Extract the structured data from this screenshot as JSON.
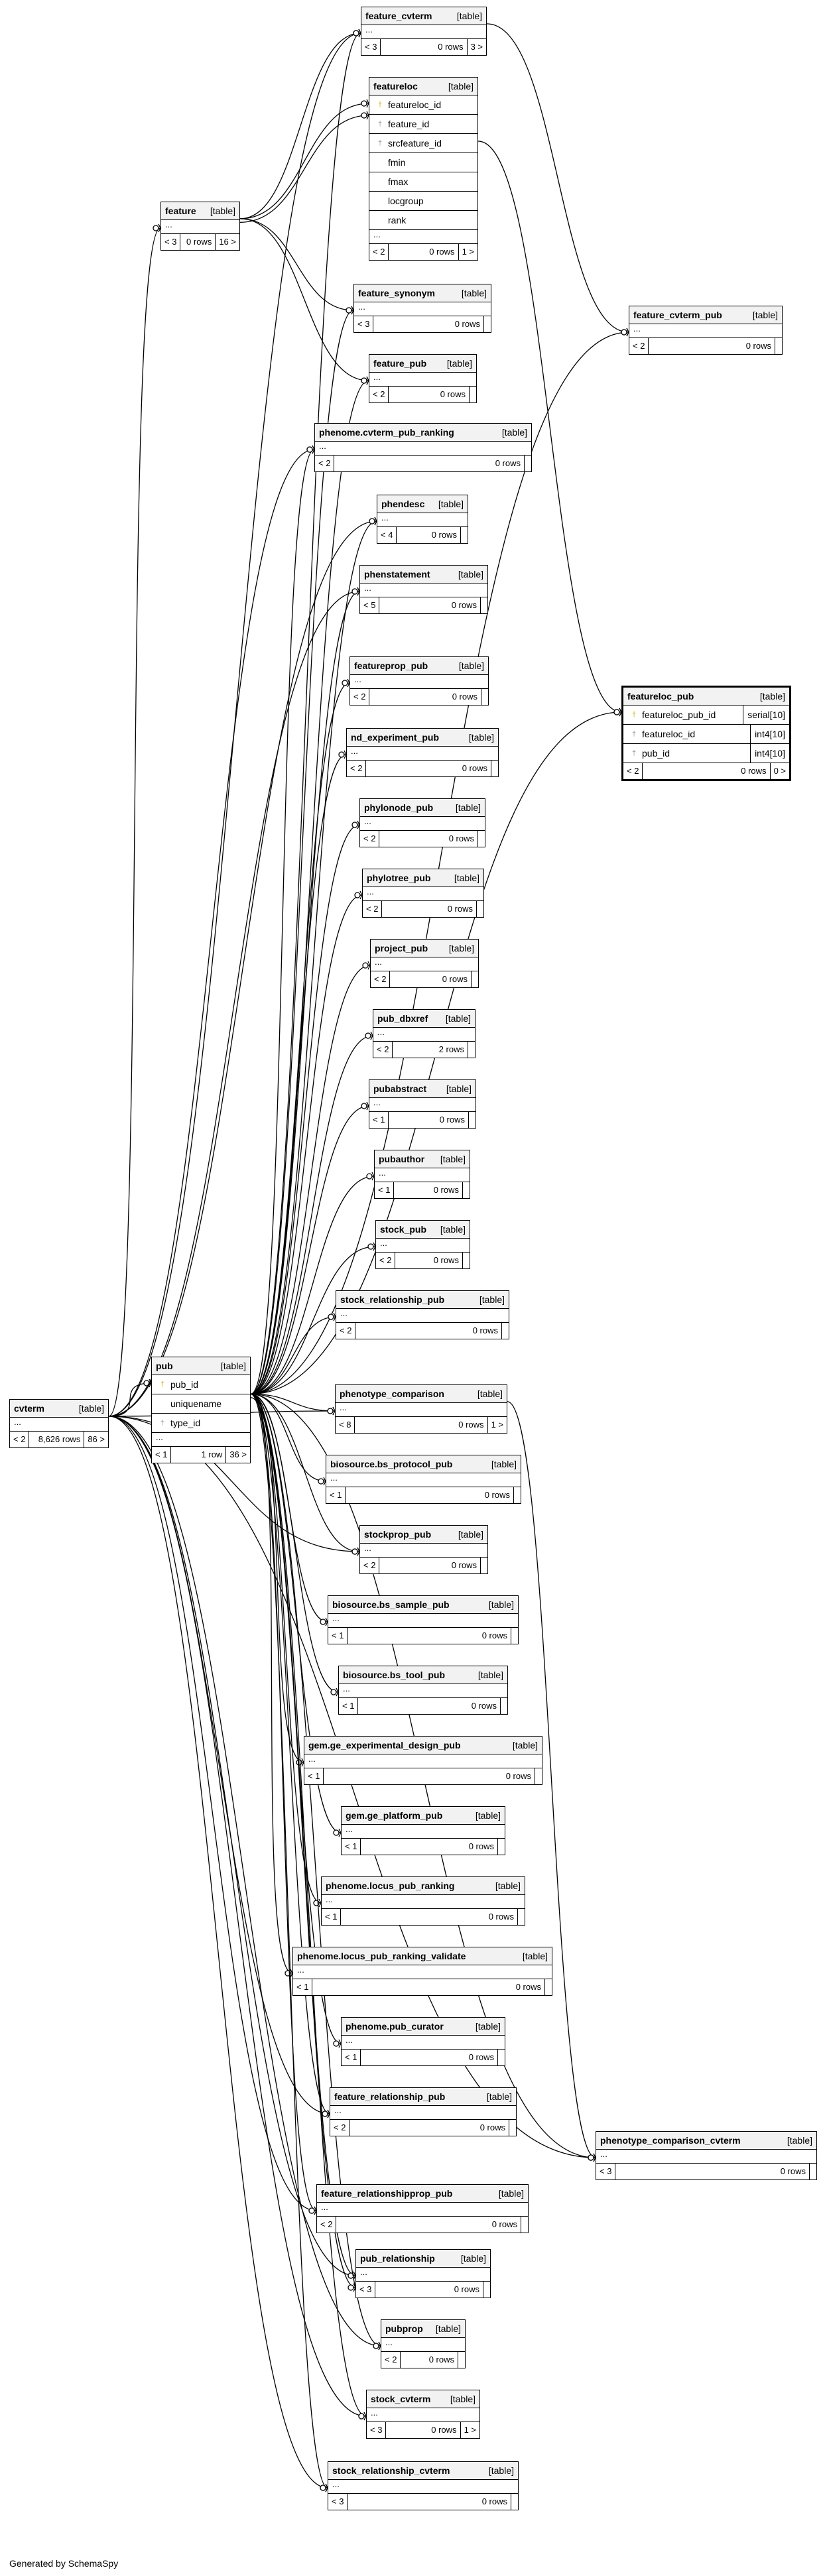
{
  "footer_text": "Generated by SchemaSpy",
  "tables": [
    {
      "id": "feature_cvterm",
      "name": "feature_cvterm",
      "type": "[table]",
      "columns": [],
      "dots": "...",
      "footer": [
        "< 3",
        "0 rows",
        "3 >"
      ]
    },
    {
      "id": "featureloc",
      "name": "featureloc",
      "type": "[table]",
      "columns": [
        {
          "key": "pk",
          "name": "featureloc_id"
        },
        {
          "key": "fk",
          "name": "feature_id"
        },
        {
          "key": "fk",
          "name": "srcfeature_id"
        },
        {
          "key": "",
          "name": "fmin"
        },
        {
          "key": "",
          "name": "fmax"
        },
        {
          "key": "",
          "name": "locgroup"
        },
        {
          "key": "",
          "name": "rank"
        }
      ],
      "dots": "...",
      "footer": [
        "< 2",
        "0 rows",
        "1 >"
      ]
    },
    {
      "id": "feature",
      "name": "feature",
      "type": "[table]",
      "columns": [],
      "dots": "...",
      "footer": [
        "< 3",
        "0 rows",
        "16 >"
      ]
    },
    {
      "id": "feature_synonym",
      "name": "feature_synonym",
      "type": "[table]",
      "columns": [],
      "dots": "...",
      "footer": [
        "< 3",
        "0 rows",
        ""
      ]
    },
    {
      "id": "feature_cvterm_pub",
      "name": "feature_cvterm_pub",
      "type": "[table]",
      "columns": [],
      "dots": "...",
      "footer": [
        "< 2",
        "0 rows",
        ""
      ]
    },
    {
      "id": "feature_pub",
      "name": "feature_pub",
      "type": "[table]",
      "columns": [],
      "dots": "...",
      "footer": [
        "< 2",
        "0 rows",
        ""
      ]
    },
    {
      "id": "phenome_cvterm_pub_ranking",
      "name": "phenome.cvterm_pub_ranking",
      "type": "[table]",
      "columns": [],
      "dots": "...",
      "footer": [
        "< 2",
        "0 rows",
        ""
      ]
    },
    {
      "id": "phendesc",
      "name": "phendesc",
      "type": "[table]",
      "columns": [],
      "dots": "...",
      "footer": [
        "< 4",
        "0 rows",
        ""
      ]
    },
    {
      "id": "phenstatement",
      "name": "phenstatement",
      "type": "[table]",
      "columns": [],
      "dots": "...",
      "footer": [
        "< 5",
        "0 rows",
        ""
      ]
    },
    {
      "id": "featureprop_pub",
      "name": "featureprop_pub",
      "type": "[table]",
      "columns": [],
      "dots": "...",
      "footer": [
        "< 2",
        "0 rows",
        ""
      ]
    },
    {
      "id": "featureloc_pub",
      "name": "featureloc_pub",
      "type": "[table]",
      "focus": true,
      "columns": [
        {
          "key": "pk",
          "name": "featureloc_pub_id",
          "type": "serial[10]"
        },
        {
          "key": "fk",
          "name": "featureloc_id",
          "type": "int4[10]"
        },
        {
          "key": "fk",
          "name": "pub_id",
          "type": "int4[10]"
        }
      ],
      "dots": "",
      "footer": [
        "< 2",
        "0 rows",
        "0 >"
      ]
    },
    {
      "id": "nd_experiment_pub",
      "name": "nd_experiment_pub",
      "type": "[table]",
      "columns": [],
      "dots": "...",
      "footer": [
        "< 2",
        "0 rows",
        ""
      ]
    },
    {
      "id": "phylonode_pub",
      "name": "phylonode_pub",
      "type": "[table]",
      "columns": [],
      "dots": "...",
      "footer": [
        "< 2",
        "0 rows",
        ""
      ]
    },
    {
      "id": "phylotree_pub",
      "name": "phylotree_pub",
      "type": "[table]",
      "columns": [],
      "dots": "...",
      "footer": [
        "< 2",
        "0 rows",
        ""
      ]
    },
    {
      "id": "project_pub",
      "name": "project_pub",
      "type": "[table]",
      "columns": [],
      "dots": "...",
      "footer": [
        "< 2",
        "0 rows",
        ""
      ]
    },
    {
      "id": "pub_dbxref",
      "name": "pub_dbxref",
      "type": "[table]",
      "columns": [],
      "dots": "...",
      "footer": [
        "< 2",
        "2 rows",
        ""
      ]
    },
    {
      "id": "pubabstract",
      "name": "pubabstract",
      "type": "[table]",
      "columns": [],
      "dots": "...",
      "footer": [
        "< 1",
        "0 rows",
        ""
      ]
    },
    {
      "id": "pubauthor",
      "name": "pubauthor",
      "type": "[table]",
      "columns": [],
      "dots": "...",
      "footer": [
        "< 1",
        "0 rows",
        ""
      ]
    },
    {
      "id": "stock_pub",
      "name": "stock_pub",
      "type": "[table]",
      "columns": [],
      "dots": "...",
      "footer": [
        "< 2",
        "0 rows",
        ""
      ]
    },
    {
      "id": "stock_relationship_pub",
      "name": "stock_relationship_pub",
      "type": "[table]",
      "columns": [],
      "dots": "...",
      "footer": [
        "< 2",
        "0 rows",
        ""
      ]
    },
    {
      "id": "pub",
      "name": "pub",
      "type": "[table]",
      "columns": [
        {
          "key": "pk",
          "name": "pub_id"
        },
        {
          "key": "",
          "name": "uniquename"
        },
        {
          "key": "fk",
          "name": "type_id"
        }
      ],
      "dots": "...",
      "footer": [
        "< 1",
        "1 row",
        "36 >"
      ]
    },
    {
      "id": "cvterm",
      "name": "cvterm",
      "type": "[table]",
      "columns": [],
      "dots": "...",
      "footer": [
        "< 2",
        "8,626 rows",
        "86 >"
      ]
    },
    {
      "id": "phenotype_comparison",
      "name": "phenotype_comparison",
      "type": "[table]",
      "columns": [],
      "dots": "...",
      "footer": [
        "< 8",
        "0 rows",
        "1 >"
      ]
    },
    {
      "id": "biosource_bs_protocol_pub",
      "name": "biosource.bs_protocol_pub",
      "type": "[table]",
      "columns": [],
      "dots": "...",
      "footer": [
        "< 1",
        "0 rows",
        ""
      ]
    },
    {
      "id": "stockprop_pub",
      "name": "stockprop_pub",
      "type": "[table]",
      "columns": [],
      "dots": "...",
      "footer": [
        "< 2",
        "0 rows",
        ""
      ]
    },
    {
      "id": "biosource_bs_sample_pub",
      "name": "biosource.bs_sample_pub",
      "type": "[table]",
      "columns": [],
      "dots": "...",
      "footer": [
        "< 1",
        "0 rows",
        ""
      ]
    },
    {
      "id": "biosource_bs_tool_pub",
      "name": "biosource.bs_tool_pub",
      "type": "[table]",
      "columns": [],
      "dots": "...",
      "footer": [
        "< 1",
        "0 rows",
        ""
      ]
    },
    {
      "id": "gem_ge_experimental_design_pub",
      "name": "gem.ge_experimental_design_pub",
      "type": "[table]",
      "columns": [],
      "dots": "...",
      "footer": [
        "< 1",
        "0 rows",
        ""
      ]
    },
    {
      "id": "gem_ge_platform_pub",
      "name": "gem.ge_platform_pub",
      "type": "[table]",
      "columns": [],
      "dots": "...",
      "footer": [
        "< 1",
        "0 rows",
        ""
      ]
    },
    {
      "id": "phenome_locus_pub_ranking",
      "name": "phenome.locus_pub_ranking",
      "type": "[table]",
      "columns": [],
      "dots": "...",
      "footer": [
        "< 1",
        "0 rows",
        ""
      ]
    },
    {
      "id": "phenome_locus_pub_ranking_validate",
      "name": "phenome.locus_pub_ranking_validate",
      "type": "[table]",
      "columns": [],
      "dots": "...",
      "footer": [
        "< 1",
        "0 rows",
        ""
      ]
    },
    {
      "id": "phenome_pub_curator",
      "name": "phenome.pub_curator",
      "type": "[table]",
      "columns": [],
      "dots": "...",
      "footer": [
        "< 1",
        "0 rows",
        ""
      ]
    },
    {
      "id": "feature_relationship_pub",
      "name": "feature_relationship_pub",
      "type": "[table]",
      "columns": [],
      "dots": "...",
      "footer": [
        "< 2",
        "0 rows",
        ""
      ]
    },
    {
      "id": "phenotype_comparison_cvterm",
      "name": "phenotype_comparison_cvterm",
      "type": "[table]",
      "columns": [],
      "dots": "...",
      "footer": [
        "< 3",
        "0 rows",
        ""
      ]
    },
    {
      "id": "feature_relationshipprop_pub",
      "name": "feature_relationshipprop_pub",
      "type": "[table]",
      "columns": [],
      "dots": "...",
      "footer": [
        "< 2",
        "0 rows",
        ""
      ]
    },
    {
      "id": "pub_relationship",
      "name": "pub_relationship",
      "type": "[table]",
      "columns": [],
      "dots": "...",
      "footer": [
        "< 3",
        "0 rows",
        ""
      ]
    },
    {
      "id": "pubprop",
      "name": "pubprop",
      "type": "[table]",
      "columns": [],
      "dots": "...",
      "footer": [
        "< 2",
        "0 rows",
        ""
      ]
    },
    {
      "id": "stock_cvterm",
      "name": "stock_cvterm",
      "type": "[table]",
      "columns": [],
      "dots": "...",
      "footer": [
        "< 3",
        "0 rows",
        "1 >"
      ]
    },
    {
      "id": "stock_relationship_cvterm",
      "name": "stock_relationship_cvterm",
      "type": "[table]",
      "columns": [],
      "dots": "...",
      "footer": [
        "< 3",
        "0 rows",
        ""
      ]
    }
  ],
  "relationships": [
    [
      "feature",
      "feature_cvterm"
    ],
    [
      "feature",
      "featureloc"
    ],
    [
      "feature",
      "featureloc"
    ],
    [
      "feature",
      "feature_synonym"
    ],
    [
      "feature",
      "feature_pub"
    ],
    [
      "feature_cvterm",
      "feature_cvterm_pub"
    ],
    [
      "featureloc",
      "featureloc_pub"
    ],
    [
      "cvterm",
      "feature_cvterm"
    ],
    [
      "cvterm",
      "feature"
    ],
    [
      "cvterm",
      "pub"
    ],
    [
      "cvterm",
      "phenotype_comparison_cvterm"
    ],
    [
      "cvterm",
      "phenome_cvterm_pub_ranking"
    ],
    [
      "cvterm",
      "phendesc"
    ],
    [
      "cvterm",
      "phenstatement"
    ],
    [
      "cvterm",
      "stockprop_pub"
    ],
    [
      "cvterm",
      "feature_relationship_pub"
    ],
    [
      "cvterm",
      "pub_relationship"
    ],
    [
      "cvterm",
      "pubprop"
    ],
    [
      "cvterm",
      "stock_cvterm"
    ],
    [
      "cvterm",
      "stock_relationship_cvterm"
    ],
    [
      "cvterm",
      "phenotype_comparison"
    ],
    [
      "cvterm",
      "feature_relationshipprop_pub"
    ],
    [
      "pub",
      "feature_cvterm"
    ],
    [
      "pub",
      "feature_synonym"
    ],
    [
      "pub",
      "feature_pub"
    ],
    [
      "pub",
      "feature_cvterm_pub"
    ],
    [
      "pub",
      "featureloc_pub"
    ],
    [
      "pub",
      "phenome_cvterm_pub_ranking"
    ],
    [
      "pub",
      "phendesc"
    ],
    [
      "pub",
      "phenstatement"
    ],
    [
      "pub",
      "featureprop_pub"
    ],
    [
      "pub",
      "nd_experiment_pub"
    ],
    [
      "pub",
      "phylonode_pub"
    ],
    [
      "pub",
      "phylotree_pub"
    ],
    [
      "pub",
      "project_pub"
    ],
    [
      "pub",
      "pub_dbxref"
    ],
    [
      "pub",
      "pubabstract"
    ],
    [
      "pub",
      "pubauthor"
    ],
    [
      "pub",
      "stock_pub"
    ],
    [
      "pub",
      "stock_relationship_pub"
    ],
    [
      "pub",
      "phenotype_comparison"
    ],
    [
      "pub",
      "biosource_bs_protocol_pub"
    ],
    [
      "pub",
      "stockprop_pub"
    ],
    [
      "pub",
      "biosource_bs_sample_pub"
    ],
    [
      "pub",
      "biosource_bs_tool_pub"
    ],
    [
      "pub",
      "gem_ge_experimental_design_pub"
    ],
    [
      "pub",
      "gem_ge_platform_pub"
    ],
    [
      "pub",
      "phenome_locus_pub_ranking"
    ],
    [
      "pub",
      "phenome_locus_pub_ranking_validate"
    ],
    [
      "pub",
      "phenome_pub_curator"
    ],
    [
      "pub",
      "feature_relationship_pub"
    ],
    [
      "pub",
      "phenotype_comparison_cvterm"
    ],
    [
      "pub",
      "feature_relationshipprop_pub"
    ],
    [
      "pub",
      "pub_relationship"
    ],
    [
      "pub",
      "pub_relationship"
    ],
    [
      "pub",
      "pubprop"
    ],
    [
      "pub",
      "stock_cvterm"
    ],
    [
      "pub",
      "stock_relationship_cvterm"
    ],
    [
      "phenotype_comparison",
      "phenotype_comparison_cvterm"
    ]
  ]
}
